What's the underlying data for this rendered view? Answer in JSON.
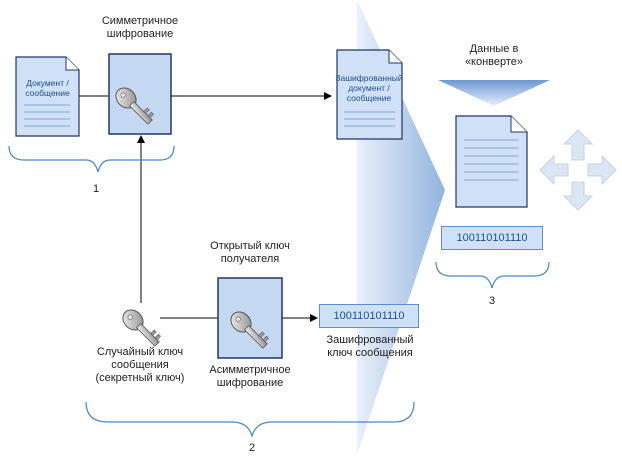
{
  "labels": {
    "symmetric_title": "Симметричное\nшифрование",
    "document": "Документ /\nсообщение",
    "encrypted_document": "Зашифрованный\nдокумент /\nсообщение",
    "envelope_title": "Данные в\n«конверте»",
    "public_key_title": "Открытый ключ\nполучателя",
    "random_key": "Случайный ключ\nсообщения\n(секретный ключ)",
    "asymmetric": "Асимметричное\nшифрование",
    "encrypted_key_caption": "Зашифрованный\nключ сообщения",
    "encrypted_key_code": "100110101110",
    "envelope_code": "100110101110",
    "brace1": "1",
    "brace2": "2",
    "brace3": "3"
  },
  "colors": {
    "box_fill": "#c5d8f2",
    "box_border": "#1f3864",
    "doc_fill": "#cfe0f7",
    "brace": "#4a86c8",
    "wedge": "#b9cfe9"
  },
  "icons": [
    "key-icon",
    "document-icon",
    "arrows-icon"
  ]
}
